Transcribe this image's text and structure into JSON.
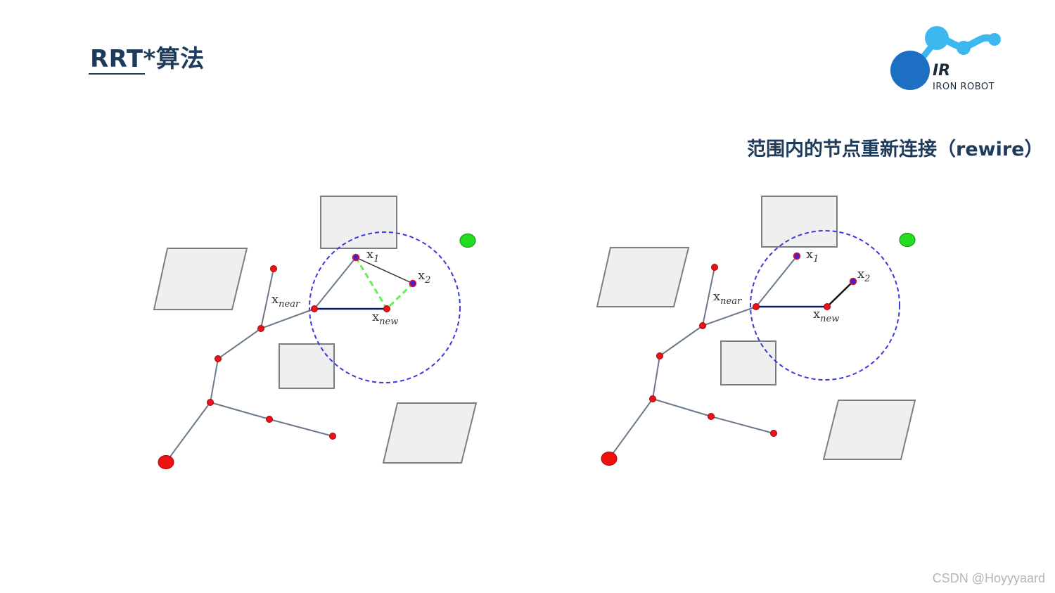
{
  "slide": {
    "title": "RRT*算法",
    "subtitle": "范围内的节点重新连接（rewire）"
  },
  "logo": {
    "mark": "IR",
    "name": "IRON ROBOT"
  },
  "watermark": "CSDN @Hoyyyaard",
  "labels": {
    "x": "x",
    "near": "near",
    "new": "new",
    "one": "1",
    "two": "2"
  },
  "colors": {
    "title": "#1f3b5c",
    "tree_edge": "#6b7a8a",
    "node": "#e8141c",
    "node_outline": "#b00000",
    "candidate_node": "#4b1fd0",
    "circle": "#3a3ad6",
    "path_edge": "#0c1f6b",
    "rewire_dashed": "#66ee55",
    "goal": "#22dd22",
    "obstacle_fill": "#efefef",
    "obstacle_stroke": "#7a7f86",
    "logo_blue": "#1d84d4",
    "logo_light": "#3db8ee"
  }
}
